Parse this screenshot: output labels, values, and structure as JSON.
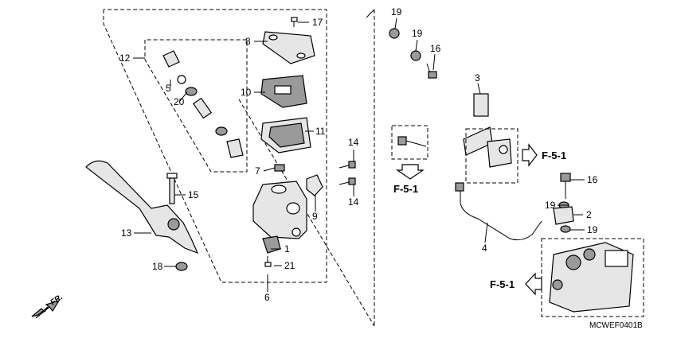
{
  "callouts": {
    "c1": "1",
    "c2": "2",
    "c3": "3",
    "c4": "4",
    "c5": "5",
    "c6": "6",
    "c7": "7",
    "c8": "8",
    "c9": "9",
    "c10": "10",
    "c11": "11",
    "c12": "12",
    "c13": "13",
    "c14a": "14",
    "c14b": "14",
    "c15": "15",
    "c16a": "16",
    "c16b": "16",
    "c17": "17",
    "c18": "18",
    "c19a": "19",
    "c19b": "19",
    "c19c": "19",
    "c19d": "19",
    "c20": "20",
    "c21": "21"
  },
  "references": {
    "ref_a": "F-5-1",
    "ref_b": "F-5-1",
    "ref_c": "F-5-1"
  },
  "front_arrow_label": "FR.",
  "diagram_code": "MCWEF0401B"
}
